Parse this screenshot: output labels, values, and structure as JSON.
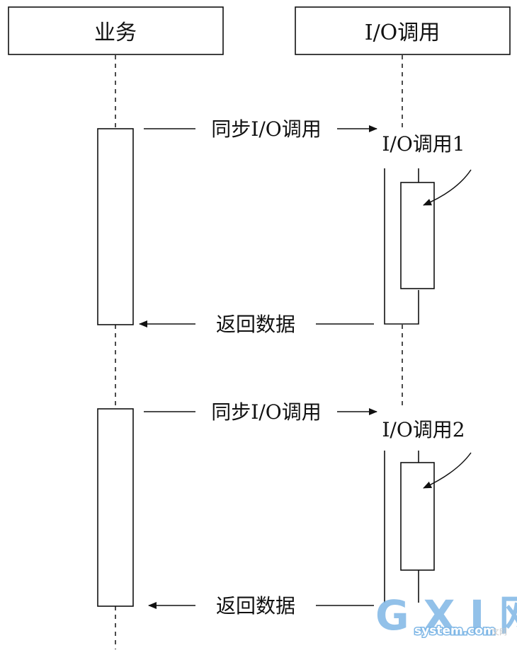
{
  "lifelines": {
    "business": {
      "label": "业务"
    },
    "io": {
      "label": "I/O调用"
    }
  },
  "messages": [
    {
      "label": "同步I/O调用"
    },
    {
      "label": "返回数据"
    },
    {
      "label": "同步I/O调用"
    },
    {
      "label": "返回数据"
    }
  ],
  "calls": [
    {
      "label": "I/O调用1"
    },
    {
      "label": "I/O调用2"
    }
  ],
  "watermark": {
    "big": "G X I 网",
    "site": "system.com",
    "corner": "文网"
  }
}
